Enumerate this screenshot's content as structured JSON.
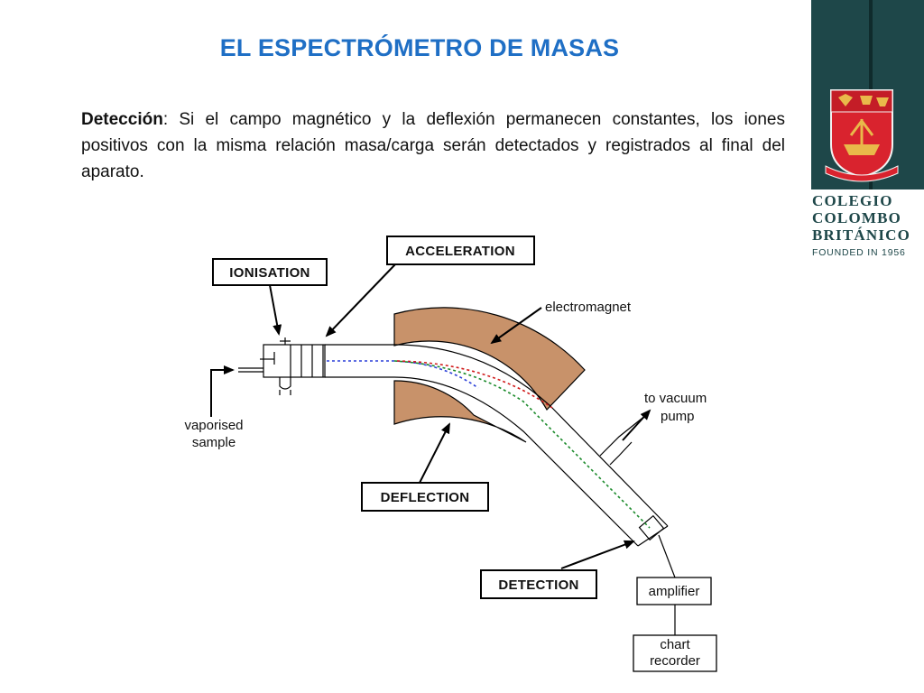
{
  "slide": {
    "title": "EL ESPECTRÓMETRO DE MASAS",
    "paragraph": {
      "term": "Detección",
      "text": ": Si el campo magnético y la deflexión permanecen constantes, los iones positivos con la misma relación masa/carga  serán detectados y registrados al final del aparato."
    }
  },
  "brand": {
    "name_line1": "COLEGIO",
    "name_line2": "COLOMBO",
    "name_line3": "BRITÁNICO",
    "founded": "FOUNDED IN 1956",
    "colors": {
      "bar": "#1e4749",
      "crest_red": "#d9232e",
      "crest_gold": "#e9b94a"
    }
  },
  "diagram": {
    "box_labels": {
      "acceleration": "ACCELERATION",
      "ionisation": "IONISATION",
      "deflection": "DEFLECTION",
      "detection": "DETECTION"
    },
    "labels": {
      "electromagnet": "electromagnet",
      "vacuum_line1": "to vacuum",
      "vacuum_line2": "pump",
      "sample_line1": "vaporised",
      "sample_line2": "sample",
      "amplifier": "amplifier",
      "recorder_line1": "chart",
      "recorder_line2": "recorder"
    },
    "colors": {
      "magnet": "#c8926a",
      "beam_blue": "#2a3fd8",
      "beam_red": "#d01a1a",
      "beam_green": "#1a8a2a"
    }
  }
}
